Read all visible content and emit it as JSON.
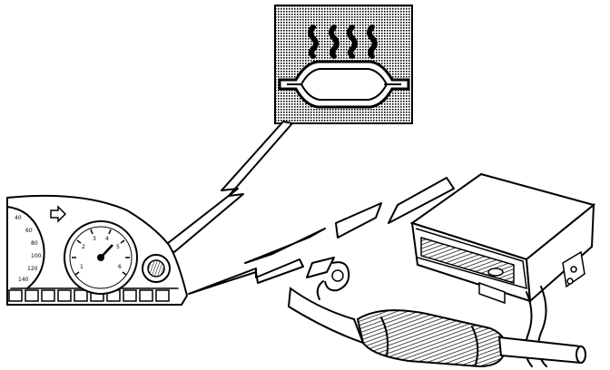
{
  "colors": {
    "ink": "#000000",
    "paper": "#ffffff"
  },
  "icons": {
    "warning_lamp": "catalytic-converter-heat-warning-icon",
    "indicator": "turn-signal-arrow-icon"
  },
  "cluster": {
    "left_gauge_ticks": [
      "40",
      "60",
      "80",
      "100",
      "120",
      "140"
    ],
    "center_gauge_ticks": [
      "1",
      "2",
      "3",
      "4",
      "5",
      "6"
    ]
  }
}
